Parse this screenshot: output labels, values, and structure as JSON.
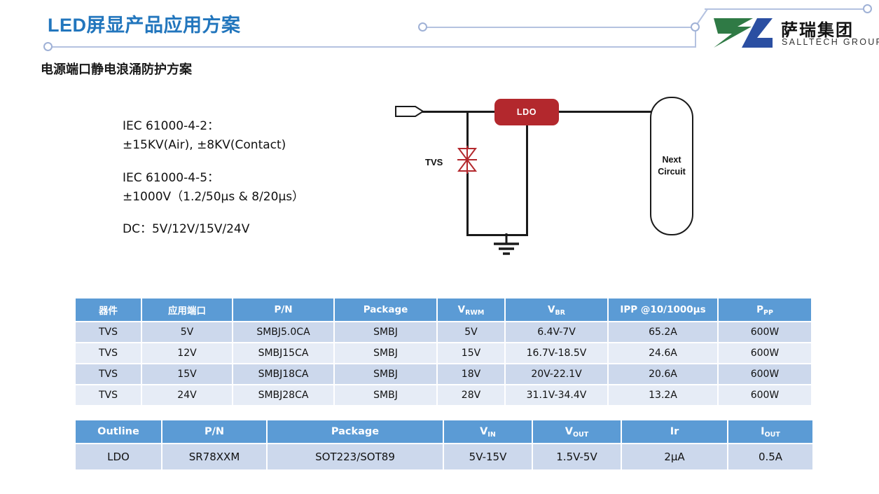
{
  "header": {
    "main_title": "LED屏显产品应用方案",
    "sub_title": "电源端口静电浪涌防护方案",
    "accent_color": "#2276bd",
    "deco_line_color": "#b4c2e0"
  },
  "logo": {
    "name_cn": "萨瑞集团",
    "name_en": "SALLTECH GROUP",
    "mark_green": "#2f7a45",
    "mark_blue": "#2b4fa2"
  },
  "spec": {
    "groups": [
      {
        "lines": [
          "IEC 61000-4-2：",
          "±15KV(Air), ±8KV(Contact)"
        ]
      },
      {
        "lines": [
          "IEC 61000-4-5：",
          "±1000V（1.2/50μs & 8/20μs）"
        ]
      },
      {
        "lines": [
          "DC：5V/12V/15V/24V"
        ]
      }
    ]
  },
  "circuit": {
    "ldo_label": "LDO",
    "ldo_color": "#b3282d",
    "tvs_label": "TVS",
    "tvs_color": "#b3282d",
    "next_circuit_line1": "Next",
    "next_circuit_line2": "Circuit",
    "ground_label": "ground-symbol",
    "input_label": "input-connector"
  },
  "table_tvs": {
    "headers": [
      {
        "main": "器件",
        "sub": ""
      },
      {
        "main": "应用端口",
        "sub": ""
      },
      {
        "main": "P/N",
        "sub": ""
      },
      {
        "main": "Package",
        "sub": ""
      },
      {
        "main": "V",
        "sub": "RWM"
      },
      {
        "main": "V",
        "sub": "BR"
      },
      {
        "main": "IPP @10/1000μs",
        "sub": ""
      },
      {
        "main": "P",
        "sub": "PP"
      }
    ],
    "rows": [
      [
        "TVS",
        "5V",
        "SMBJ5.0CA",
        "SMBJ",
        "5V",
        "6.4V-7V",
        "65.2A",
        "600W"
      ],
      [
        "TVS",
        "12V",
        "SMBJ15CA",
        "SMBJ",
        "15V",
        "16.7V-18.5V",
        "24.6A",
        "600W"
      ],
      [
        "TVS",
        "15V",
        "SMBJ18CA",
        "SMBJ",
        "18V",
        "20V-22.1V",
        "20.6A",
        "600W"
      ],
      [
        "TVS",
        "24V",
        "SMBJ28CA",
        "SMBJ",
        "28V",
        "31.1V-34.4V",
        "13.2A",
        "600W"
      ]
    ]
  },
  "table_ldo": {
    "headers": [
      {
        "main": "Outline",
        "sub": ""
      },
      {
        "main": "P/N",
        "sub": ""
      },
      {
        "main": "Package",
        "sub": ""
      },
      {
        "main": "V",
        "sub": "IN"
      },
      {
        "main": "V",
        "sub": "OUT"
      },
      {
        "main": "Ir",
        "sub": ""
      },
      {
        "main": "I",
        "sub": "OUT"
      }
    ],
    "rows": [
      [
        "LDO",
        "SR78XXM",
        "SOT223/SOT89",
        "5V-15V",
        "1.5V-5V",
        "2μA",
        "0.5A"
      ]
    ]
  },
  "theme": {
    "header_bg": "#5b9bd5",
    "row_a_bg": "#ccd8ec",
    "row_b_bg": "#e6ecf6"
  }
}
